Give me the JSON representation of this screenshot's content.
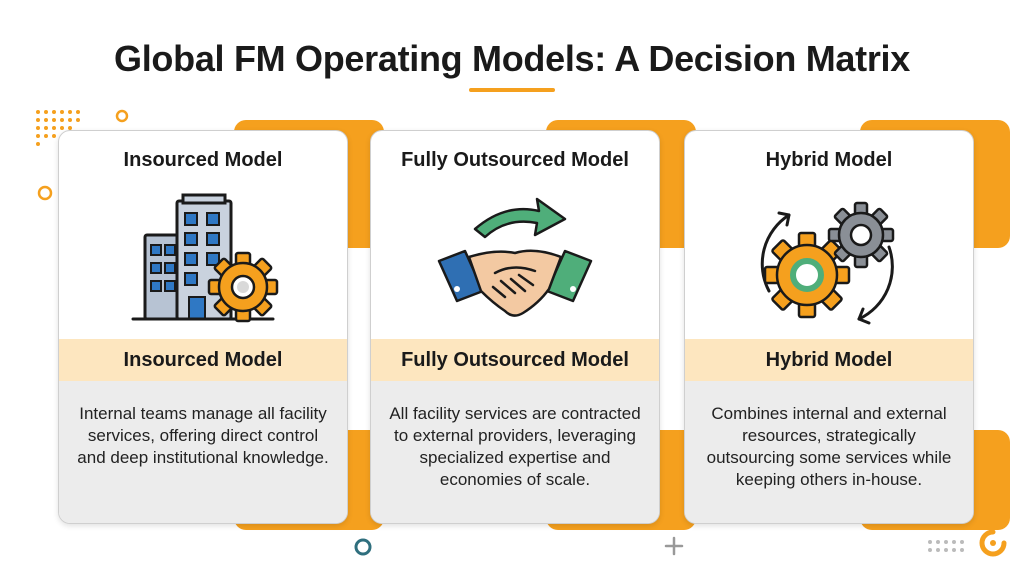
{
  "title": "Global FM Operating Models: A Decision Matrix",
  "colors": {
    "accent": "#f5a01e",
    "band": "#fde6bf",
    "panel": "#ececec",
    "teal": "#2f6f7e"
  },
  "cards": [
    {
      "heading": "Insourced Model",
      "band_label": "Insourced Model",
      "description": "Internal teams manage all facility services, offering direct control and deep institutional knowledge.",
      "icon": "building-with-gear-icon"
    },
    {
      "heading": "Fully Outsourced Model",
      "band_label": "Fully Outsourced Model",
      "description": "All facility services are contracted to external providers, leveraging specialized expertise and economies of scale.",
      "icon": "handshake-with-arrow-icon"
    },
    {
      "heading": "Hybrid Model",
      "band_label": "Hybrid Model",
      "description": "Combines internal and external resources, strategically outsourcing some services while keeping others in-house.",
      "icon": "interlocking-gears-icon"
    }
  ]
}
